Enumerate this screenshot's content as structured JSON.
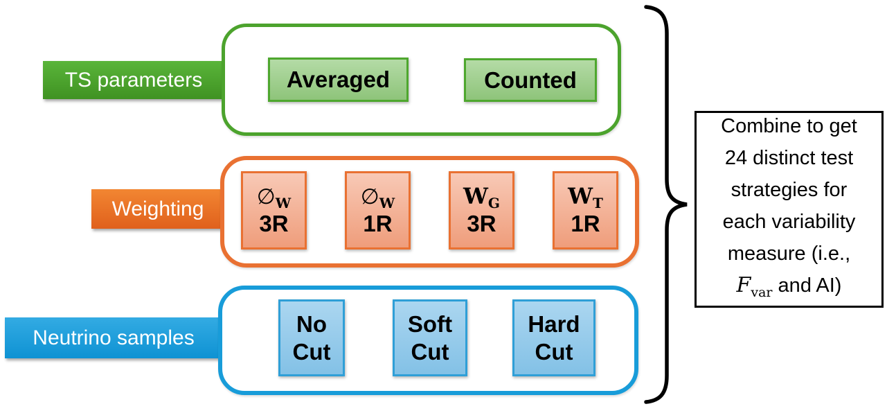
{
  "diagram": {
    "colors": {
      "green_accent": "#4EA72E",
      "orange_accent": "#E97132",
      "blue_accent": "#0F9ED5",
      "brace": "#000000"
    },
    "rows": [
      {
        "label": "TS parameters",
        "options": [
          {
            "text": "Averaged"
          },
          {
            "text": "Counted"
          }
        ]
      },
      {
        "label": "Weighting",
        "options": [
          {
            "symbol": "∅",
            "subscript": "W",
            "tag": "3R"
          },
          {
            "symbol": "∅",
            "subscript": "W",
            "tag": "1R"
          },
          {
            "symbol": "W",
            "subscript": "G",
            "tag": "3R"
          },
          {
            "symbol": "W",
            "subscript": "T",
            "tag": "1R"
          }
        ]
      },
      {
        "label": "Neutrino samples",
        "options": [
          {
            "line1": "No",
            "line2": "Cut"
          },
          {
            "line1": "Soft",
            "line2": "Cut"
          },
          {
            "line1": "Hard",
            "line2": "Cut"
          }
        ]
      }
    ],
    "annotation": {
      "lines": [
        "Combine to get",
        "24 distinct test",
        "strategies for",
        "each variability",
        "measure (i.e.,"
      ],
      "formula_symbol": "F",
      "formula_subscript": "var",
      "formula_suffix": " and AI)"
    }
  }
}
